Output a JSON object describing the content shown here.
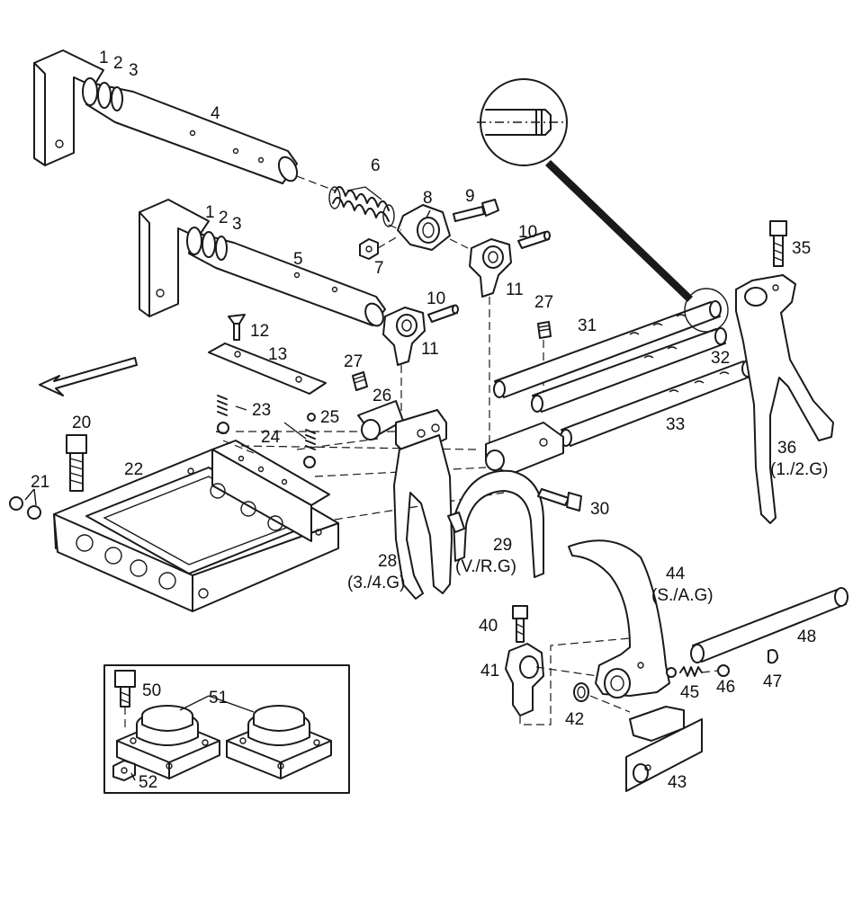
{
  "colors": {
    "ink": "#1a1a1a",
    "paper": "#ffffff"
  },
  "callouts": {
    "p1a": "1",
    "p2a": "2",
    "p3a": "3",
    "p4": "4",
    "p1b": "1",
    "p2b": "2",
    "p3b": "3",
    "p5": "5",
    "p6": "6",
    "p7": "7",
    "p8": "8",
    "p9": "9",
    "p10a": "10",
    "p10b": "10",
    "p11a": "11",
    "p11b": "11",
    "p12": "12",
    "p13": "13",
    "p20": "20",
    "p21": "21",
    "p22": "22",
    "p23": "23",
    "p24": "24",
    "p25": "25",
    "p26": "26",
    "p27a": "27",
    "p27b": "27",
    "p28": "28",
    "p28sub": "(3./4.G)",
    "p29": "29",
    "p29sub": "(V./R.G)",
    "p30": "30",
    "p31": "31",
    "p32": "32",
    "p33": "33",
    "p35": "35",
    "p36": "36",
    "p36sub": "(1./2.G)",
    "p40": "40",
    "p41": "41",
    "p42": "42",
    "p43": "43",
    "p44": "44",
    "p44sub": "(S./A.G)",
    "p45": "45",
    "p46": "46",
    "p47": "47",
    "p48": "48",
    "p50": "50",
    "p51": "51",
    "p52": "52"
  },
  "icons": {
    "direction": "front-direction-arrow-icon"
  }
}
